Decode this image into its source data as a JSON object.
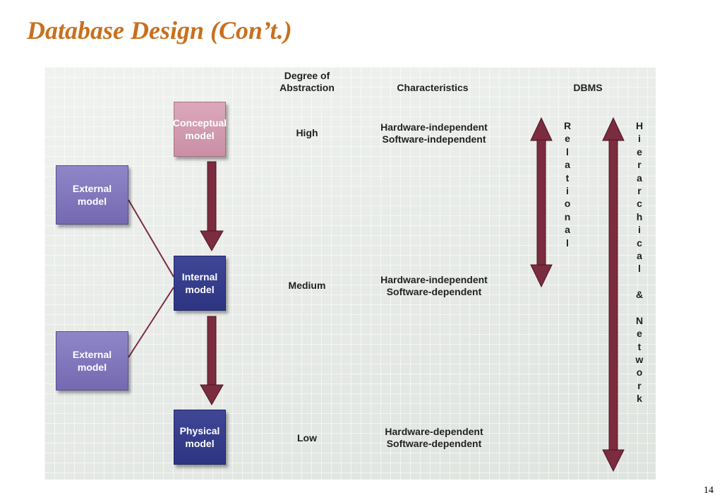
{
  "slide": {
    "title": "Database Design (Con’t.)",
    "page_number": "14"
  },
  "diagram": {
    "headers": {
      "abstraction": "Degree of Abstraction",
      "characteristics": "Characteristics",
      "dbms": "DBMS"
    },
    "models": {
      "conceptual": "Conceptual model",
      "external_top": "External model",
      "internal": "Internal model",
      "external_bottom": "External model",
      "physical": "Physical model"
    },
    "levels": {
      "high": "High",
      "medium": "Medium",
      "low": "Low"
    },
    "characteristics": {
      "high": [
        "Hardware-independent",
        "Software-independent"
      ],
      "medium": [
        "Hardware-independent",
        "Software-dependent"
      ],
      "low": [
        "Hardware-dependent",
        "Software-dependent"
      ]
    },
    "dbms": {
      "relational": "Relational",
      "hierarchical_network": "Hierarchical & Network"
    },
    "colors": {
      "title": "#c8701e",
      "conceptual_box": "#d39bb0",
      "external_box": "#8178bd",
      "internal_box": "#343c8c",
      "arrow": "#7b2c3e"
    }
  }
}
